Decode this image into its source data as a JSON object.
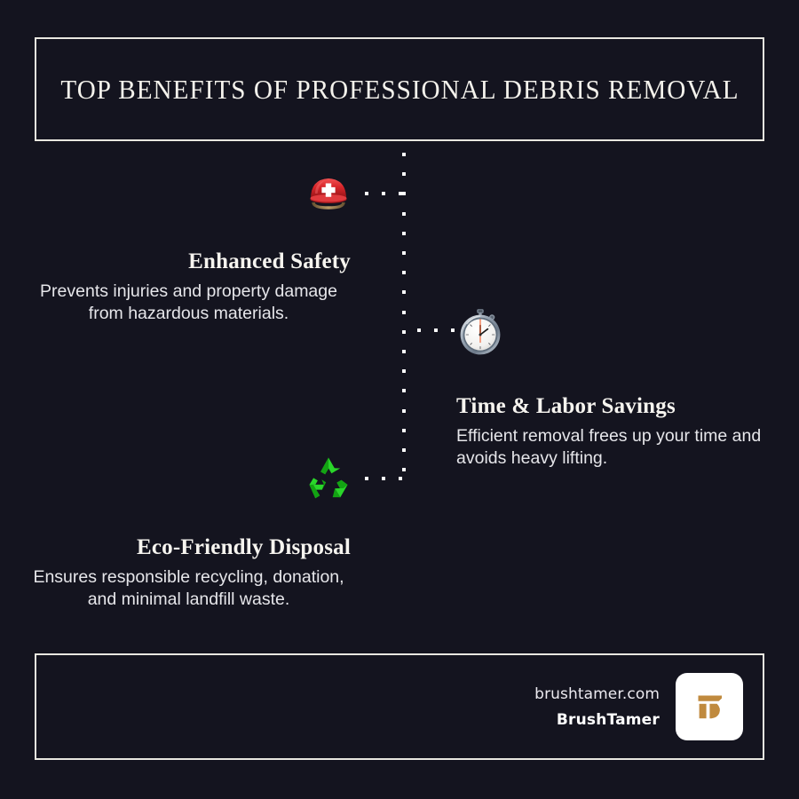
{
  "colors": {
    "background": "#14141f",
    "frame_border": "#e9e7e0",
    "title_text": "#f4f2ec",
    "heading_text": "#f6f4ef",
    "body_text": "#e6e6ea",
    "dot": "#ffffff",
    "logo_mark": "#c08a3e",
    "logo_tile": "#ffffff",
    "helmet_red": "#d8262a",
    "recycle_green": "#1fc11f",
    "stopwatch_accent": "#f05a28"
  },
  "header": {
    "title": "TOP BENEFITS OF PROFESSIONAL DEBRIS REMOVAL"
  },
  "benefits": [
    {
      "icon": "safety-helmet-icon",
      "heading": "Enhanced Safety",
      "body": "Prevents injuries and property damage from hazardous materials."
    },
    {
      "icon": "stopwatch-icon",
      "heading": "Time & Labor Savings",
      "body": "Efficient removal frees up your time and avoids heavy lifting."
    },
    {
      "icon": "recycle-icon",
      "heading": "Eco-Friendly Disposal",
      "body": "Ensures responsible recycling, donation, and minimal landfill waste."
    }
  ],
  "footer": {
    "url": "brushtamer.com",
    "brand": "BrushTamer",
    "logo_alt": "brushtamer-logo"
  }
}
